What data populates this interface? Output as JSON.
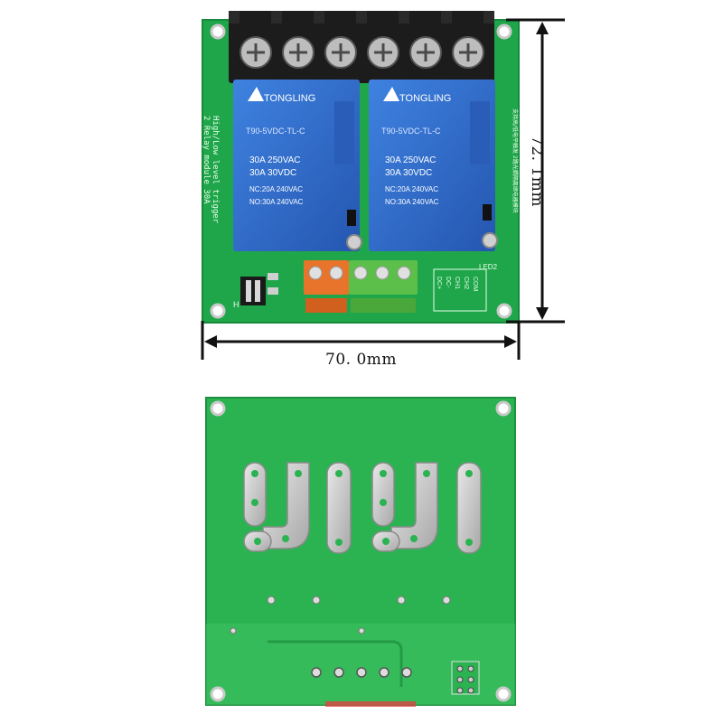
{
  "dimensions": {
    "width": "70. 0mm",
    "height": "72. 1mm"
  },
  "relay": {
    "brand": "TONGLING",
    "model": "T90-5VDC-TL-C",
    "rating_line1": "30A  250VAC",
    "rating_line2": "30A    30VDC",
    "rating_line3": "NC:20A 240VAC",
    "rating_line4": "NO:30A 240VAC"
  },
  "board": {
    "silk_line1": "High/Low level trigger",
    "silk_line2": "2 Relay module 30A",
    "led_label": "LED2",
    "jumper_label": "H",
    "pin_labels": [
      "DC+",
      "DC-",
      "CH1",
      "CH2",
      "COM"
    ],
    "chinese_note": "支持高/低电平触发 2路光耦隔离继电器模块"
  },
  "colors": {
    "pcb": "#1fa64a",
    "relay": "#2f6fd0",
    "terminal": "#1a1a1a",
    "orange_terminal": "#e8732a",
    "green_terminal": "#5cbf4a"
  }
}
